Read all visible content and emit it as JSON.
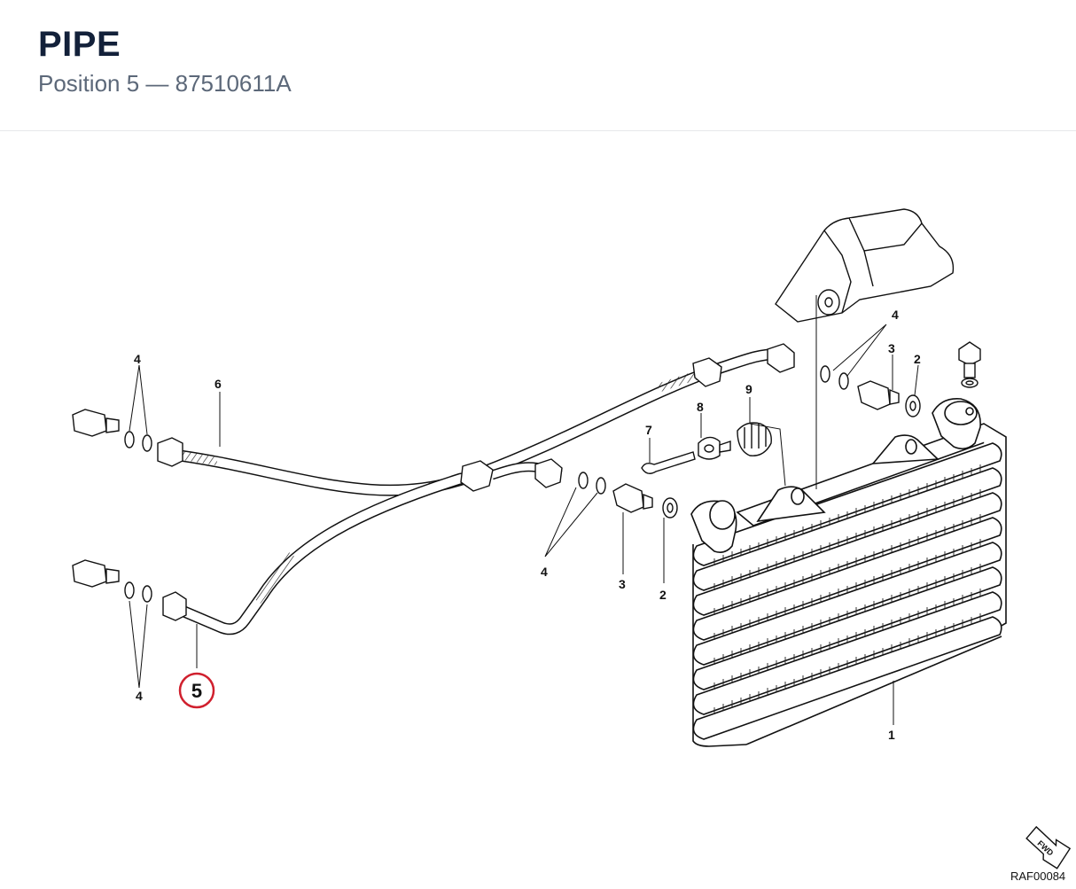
{
  "header": {
    "title": "PIPE",
    "subtitle": "Position 5 — 87510611A"
  },
  "diagram": {
    "drawing_code": "RAF00084",
    "fwd_label": "FWD",
    "highlight_color": "#d0202e",
    "callouts": {
      "c1": "1",
      "c2_left": "2",
      "c2_right": "2",
      "c3_left": "3",
      "c3_right": "3",
      "c4_top_left": "4",
      "c4_bottom_left": "4",
      "c4_mid": "4",
      "c4_right": "4",
      "c5": "5",
      "c6": "6",
      "c7": "7",
      "c8": "8",
      "c9": "9"
    }
  }
}
